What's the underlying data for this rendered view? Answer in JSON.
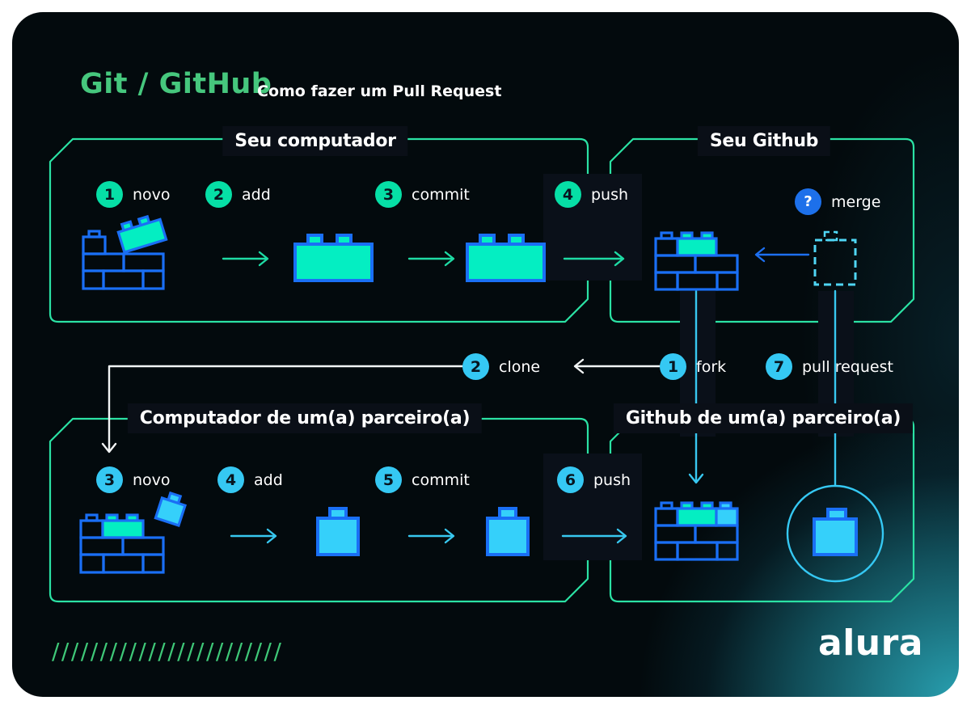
{
  "title": {
    "main": "Git / GitHub",
    "subtitle": "Como fazer um Pull Request"
  },
  "boxes": {
    "seu_computador": {
      "title": "Seu computador",
      "steps": [
        {
          "n": "1",
          "label": "novo"
        },
        {
          "n": "2",
          "label": "add"
        },
        {
          "n": "3",
          "label": "commit"
        },
        {
          "n": "4",
          "label": "push"
        }
      ]
    },
    "seu_github": {
      "title": "Seu Github",
      "merge": {
        "n": "?",
        "label": "merge"
      }
    },
    "computador_parceiro": {
      "title": "Computador de um(a) parceiro(a)",
      "steps": [
        {
          "n": "3",
          "label": "novo"
        },
        {
          "n": "4",
          "label": "add"
        },
        {
          "n": "5",
          "label": "commit"
        },
        {
          "n": "6",
          "label": "push"
        }
      ]
    },
    "github_parceiro": {
      "title": "Github de um(a) parceiro(a)"
    }
  },
  "connectors": {
    "clone": {
      "n": "2",
      "label": "clone"
    },
    "fork": {
      "n": "1",
      "label": "fork"
    },
    "pull_request": {
      "n": "7",
      "label": "pull request"
    }
  },
  "footer": {
    "brand": "alura",
    "slashes": "////////////////////////"
  },
  "colors": {
    "box_border_green": "#2be2a4",
    "title_green": "#46c77d",
    "circle_teal": "#06dfa6",
    "circle_cyan": "#35c8f3",
    "question_blue": "#1d70ea",
    "brick_outline_blue": "#1a6ff5",
    "brick_fill_green": "#04eec2",
    "brick_fill_cyan": "#35d0fa",
    "glow_teal": "#2aa7b8",
    "label_block_dark": "#0a1019"
  }
}
